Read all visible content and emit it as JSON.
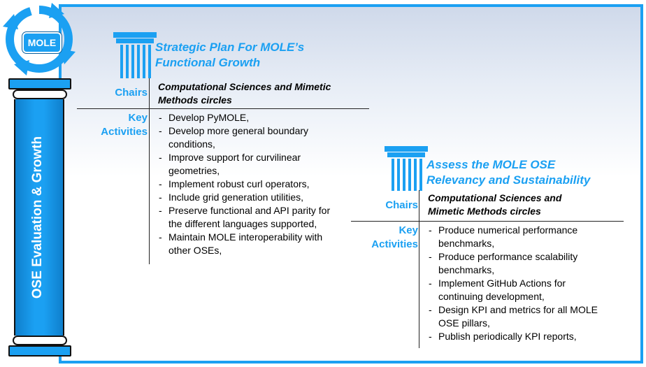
{
  "logo": {
    "text": "MOLE"
  },
  "pillar": {
    "label": "OSE Evaluation & Growth"
  },
  "section1": {
    "title_line1": "Strategic Plan For MOLE’s",
    "title_line2": "Functional Growth",
    "chairs_label": "Chairs",
    "chairs_line1": "Computational Sciences and Mimetic",
    "chairs_line2": "Methods circles",
    "activities_label_line1": "Key",
    "activities_label_line2": "Activities",
    "activities": [
      [
        "Develop PyMOLE,"
      ],
      [
        "Develop more general boundary",
        "conditions,"
      ],
      [
        "Improve support for curvilinear",
        "geometries,"
      ],
      [
        "Implement robust curl operators,"
      ],
      [
        "Include grid generation utilities,"
      ],
      [
        "Preserve functional and API parity for",
        "the different languages supported,"
      ],
      [
        "Maintain MOLE interoperability with",
        "other OSEs,"
      ]
    ]
  },
  "section2": {
    "title_line1": "Assess the MOLE OSE",
    "title_line2": "Relevancy and Sustainability",
    "chairs_label": "Chairs",
    "chairs_line1": "Computational Sciences and",
    "chairs_line2": "Mimetic Methods circles",
    "activities_label_line1": "Key",
    "activities_label_line2": "Activities",
    "activities": [
      [
        "Produce numerical performance",
        "benchmarks,"
      ],
      [
        "Produce performance scalability",
        "benchmarks,"
      ],
      [
        "Implement GitHub Actions for",
        "continuing development,"
      ],
      [
        "Design KPI and metrics for all MOLE",
        "OSE pillars,"
      ],
      [
        "Publish periodically KPI reports,"
      ]
    ]
  },
  "colors": {
    "accent": "#1ba0f2",
    "text": "#000000"
  }
}
